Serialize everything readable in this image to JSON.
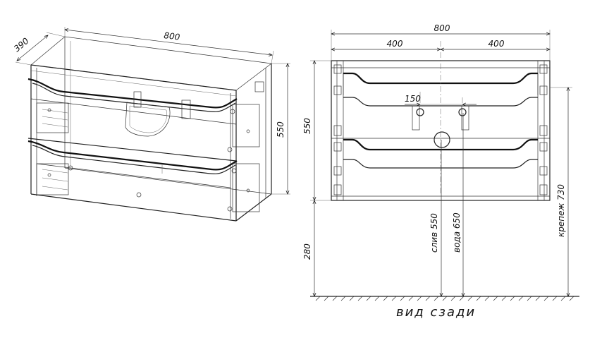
{
  "left_view": {
    "width_label": "800",
    "depth_label": "390",
    "height_label": "550"
  },
  "right_view": {
    "width_label": "800",
    "half_left_label": "400",
    "half_right_label": "400",
    "hole_spacing_label": "150",
    "height_label": "550",
    "floor_gap_label": "280",
    "drain_label": "слив 550",
    "water_label": "вода 650",
    "mount_label": "крепеж 730",
    "caption": "вид сзади"
  }
}
